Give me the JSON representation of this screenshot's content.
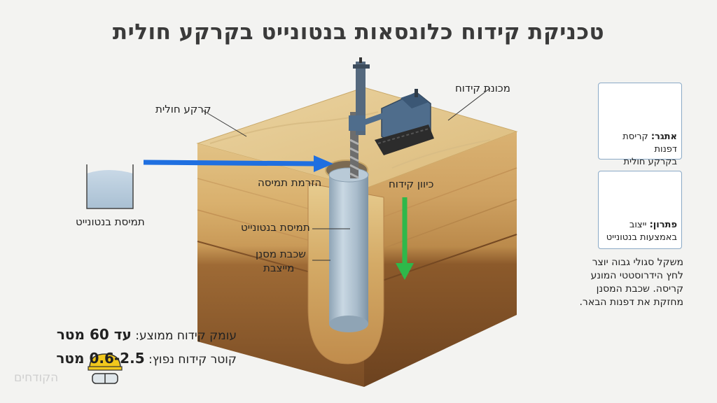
{
  "title": "טכניקת קידוח כלונסאות בנטונייט בקרקע חולית",
  "labels": {
    "drilling_machine": "מכונת קידוח",
    "sandy_soil": "קרקע חולית",
    "slurry_injection": "הזרמת תמיסה",
    "drilling_direction": "כיוון קידוח",
    "bentonite_slurry_inside": "תמיסת בנטונייט",
    "filter_cake_line1": "שכבת מסנן",
    "filter_cake_line2": "מייצבת",
    "tank_label": "תמיסת בנטונייט"
  },
  "cards": {
    "challenge": {
      "key": "אתגר:",
      "text_line1": "קריסת דפנות",
      "text_line2": "בקרקע חולית"
    },
    "solution": {
      "key": "פתרון:",
      "text_line1": "ייצוב",
      "text_line2": "באמצעות בנטונייט"
    }
  },
  "note": {
    "line1": "משקל סגולי גבוה יוצר",
    "line2": "לחץ הידרוסטטי המונע",
    "line3": "קריסה. שכבת המסנן",
    "line4": "מחזקת את דפנות הבאר."
  },
  "stats": {
    "depth_label": "עומק קידוח ממוצע:",
    "depth_value": "עד 60 מטר",
    "diameter_label": "קוטר קידוח נפוץ:",
    "diameter_value": "0.6-2.5 מטר"
  },
  "watermark": "הקודחים",
  "icons": [
    "drilling-rig-icon",
    "crumbling-wall-icon",
    "stable-wall-icon",
    "safety-helmet-icon",
    "tank-icon"
  ],
  "colors": {
    "injection_arrow": "#1f6fe0",
    "direction_arrow": "#2eb84a",
    "sand_top": "#e6c98e",
    "soil_deep": "#8a5a2e",
    "rig": "#4f6d8c",
    "card_border": "#8aa9c6"
  }
}
